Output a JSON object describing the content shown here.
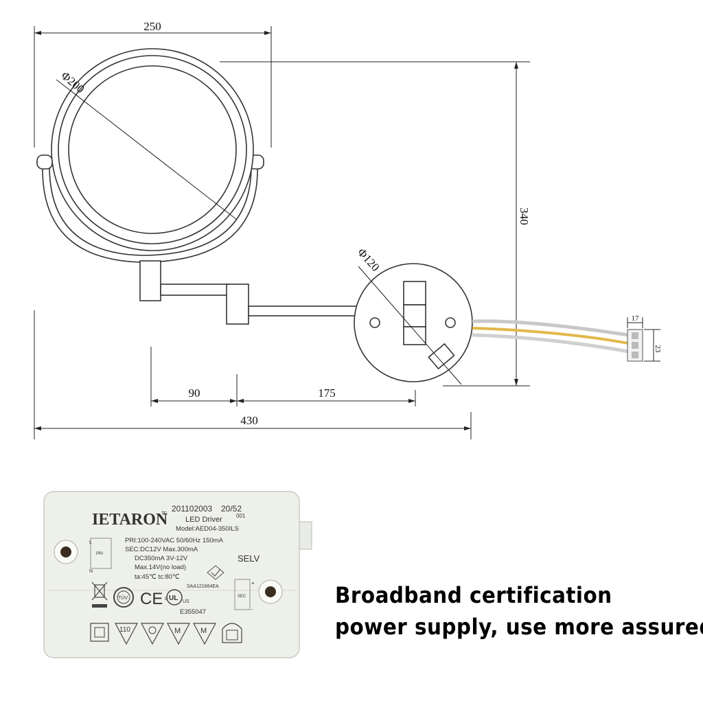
{
  "dimensions": {
    "width_250": "250",
    "diameter_200": "Φ200",
    "height_340": "340",
    "diameter_120": "Φ120",
    "arm_90": "90",
    "arm_175": "175",
    "total_430": "430",
    "terminal_17": "17",
    "terminal_23": "23"
  },
  "driver_label": {
    "code": "201102003",
    "date_code": "20/52",
    "suffix": "001",
    "brand": "IETARON",
    "brand_mark": "tc",
    "product": "LED Driver",
    "model": "Model:AED04-350ILS",
    "pri": "PRI:100-240VAC 50/60Hz 150mA",
    "sec": "SEC:DC12V  Max.300mA",
    "dc": "DC350mA  3V-12V",
    "max": "Max.14V(no load)",
    "temps": "ta:45℃  tc:80℃",
    "selv": "SELV",
    "saa": "SAA121664EA",
    "file_no": "E355047",
    "tuv": "TÜV",
    "ce": "CE",
    "ul": "UL",
    "ul_c": "c",
    "ul_us": "US",
    "class_110": "110",
    "m1": "M",
    "m2": "M",
    "left_terminal": "PRI",
    "left_l": "L",
    "left_n": "N",
    "right_terminal": "SEC",
    "right_plus": "+",
    "right_minus": "-"
  },
  "slogan": {
    "line1": "Broadband certification",
    "line2": "power supply, use more assured"
  }
}
